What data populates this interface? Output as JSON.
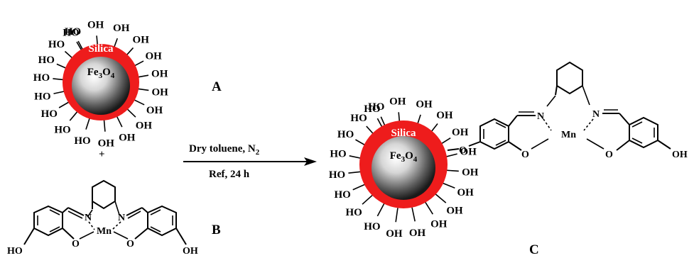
{
  "particle": {
    "shell_label": "Silica",
    "core_label_main": "Fe",
    "core_sub_3": "3",
    "core_mid": "O",
    "core_sub_4": "4",
    "hydroxyl": "OH",
    "hydroxyl_left": "HO",
    "shell_color": "#ee1c1c"
  },
  "labels": {
    "compound_a": "A",
    "compound_b": "B",
    "compound_c": "C",
    "plus": "+"
  },
  "conditions": {
    "line1_main": "Dry toluene, N",
    "line1_sub": "2",
    "line2": "Ref, 24 h"
  },
  "complex": {
    "metal": "Mn",
    "imine_n": "N",
    "phenoxide_o": "O",
    "linker_o": "O",
    "terminal_oh": "OH",
    "terminal_ho": "HO"
  }
}
